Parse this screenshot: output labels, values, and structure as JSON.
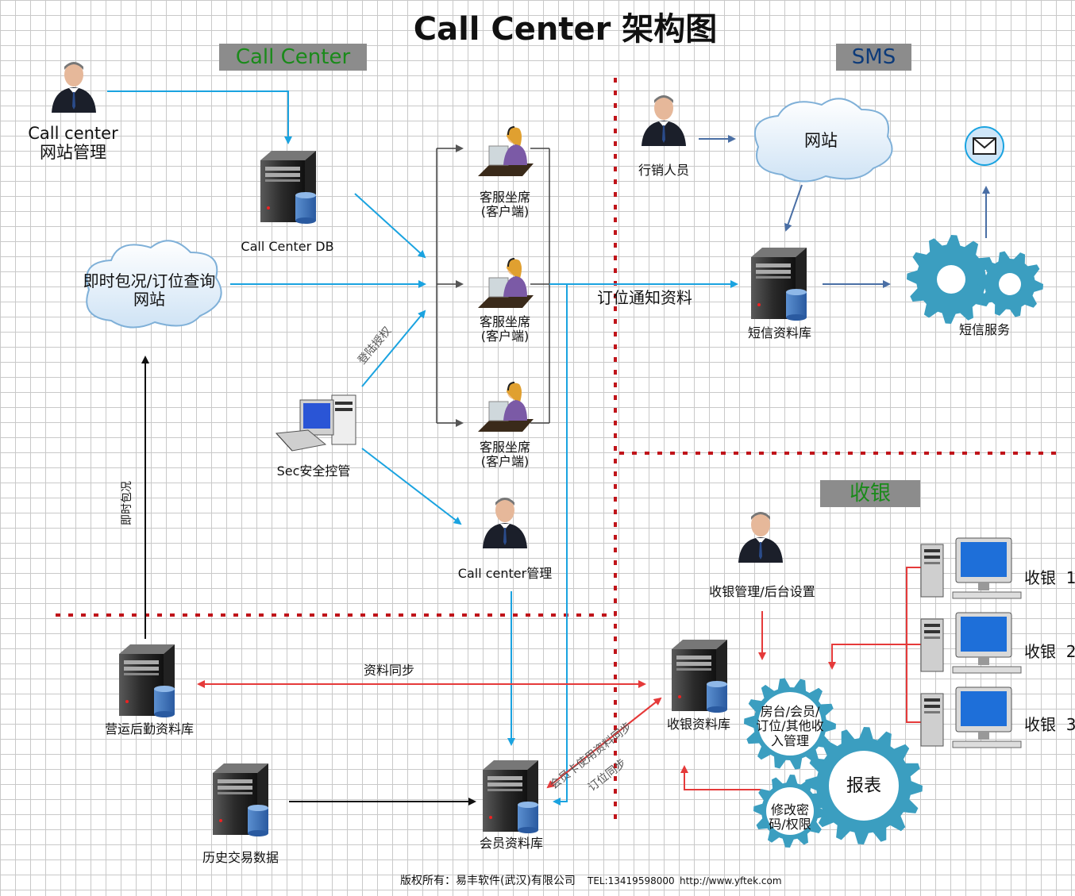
{
  "title": "Call Center 架构图",
  "sections": {
    "call_center": "Call Center",
    "sms": "SMS",
    "cashier": "收银"
  },
  "nodes": {
    "call_center_web_admin": "Call center\n网站管理",
    "call_center_db": "Call  Center DB",
    "realtime_site": "即时包况/订位查询\n网站",
    "sec_control": "Sec安全控管",
    "agent_1": "客服坐席\n(客户端)",
    "agent_2": "客服坐席\n(客户端)",
    "agent_3": "客服坐席\n(客户端)",
    "call_center_manage": "Call center管理",
    "sales_person": "行销人员",
    "website": "网站",
    "sms_db": "短信资料库",
    "sms_service": "短信服务",
    "cashier_admin": "收银管理/后台设置",
    "cashier_db": "收银资料库",
    "ops_db": "营运后勤资料库",
    "history_data": "历史交易数据",
    "member_db": "会员资料库",
    "gear_room": "房台/会员/\n订位/其他收\n入管理",
    "gear_report": "报表",
    "gear_password": "修改密\n码/权限",
    "cashier_1": "收银  1",
    "cashier_2": "收银  2",
    "cashier_3": "收银  3"
  },
  "edge_labels": {
    "order_notice": "订位通知资料",
    "login_auth": "登陆授权",
    "realtime_status": "即时包况",
    "data_sync": "资料同步",
    "member_card_sync": "会员卡使用资料同步",
    "order_sync": "订位同步"
  },
  "footer": {
    "copyright": "版权所有：易丰软件(武汉)有限公司",
    "tel": "TEL:13419598000",
    "url": "http://www.yftek.com"
  },
  "colors": {
    "blue_arrow": "#1aa3e0",
    "red_arrow": "#e53a3a",
    "red_divider": "#c0141a",
    "gear": "#3b9ec0",
    "section_bg": "#8c8c8c"
  }
}
